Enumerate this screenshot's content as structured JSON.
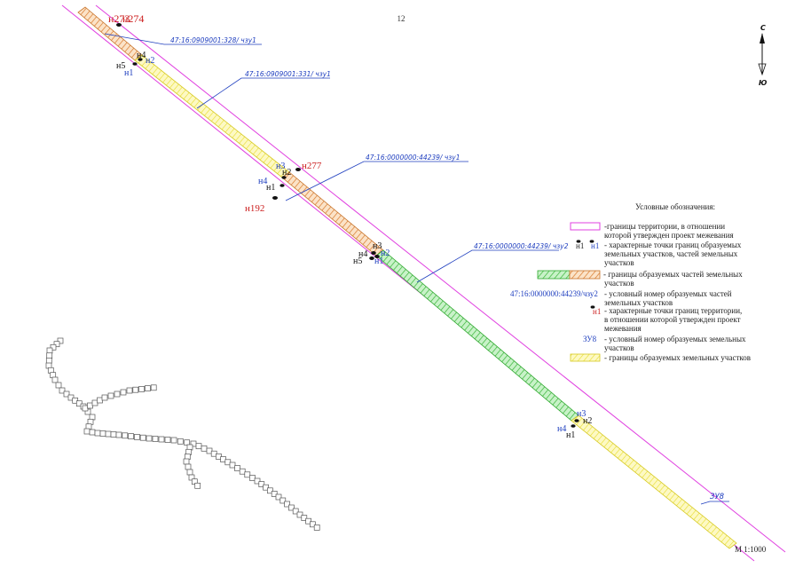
{
  "page_number": "12",
  "scale": "М 1:1000",
  "north_arrow": {
    "north": "С",
    "south": "Ю",
    "icon": "north-arrow-icon"
  },
  "colors": {
    "territory_boundary": "#e040e0",
    "part_hatch_orange": "#e0892c",
    "part_hatch_green": "#3fc43f",
    "plot_hatch_yellow": "#f2ea3a",
    "label_blue": "#1f3fbf",
    "label_red": "#cc2020"
  },
  "parcel_labels": {
    "p328": "47:16:0909001:328/ чзу1",
    "p331": "47:16:0909001:331/ чзу1",
    "p44239_1": "47:16:0000000:44239/ чзу1",
    "p44239_2": "47:16:0000000:44239/ чзу2",
    "zu8": "ЗУ8"
  },
  "territory_points": {
    "n273": "н273",
    "n274": "н274",
    "n277": "н277",
    "n192": "н192"
  },
  "vertex_labels": {
    "g1": {
      "n1": "н1",
      "n2": "н2",
      "n4": "н4",
      "n5": "н5"
    },
    "g2": {
      "n1": "н1",
      "n2": "н2",
      "n3": "н3",
      "n4": "н4"
    },
    "g3": {
      "n1": "н1",
      "n2": "н2",
      "n3": "н3",
      "n4": "н4",
      "n5": "н5"
    },
    "g4": {
      "n1": "н1",
      "n2": "н2",
      "n3": "н3",
      "n4": "н4"
    }
  },
  "legend": {
    "title": "Условные обозначения:",
    "item1": [
      "-границы территории, в отношении",
      "которой утвержден проект межевания"
    ],
    "item2_sym1": "н1",
    "item2_sym2": "н1",
    "item2": [
      "- характерные точки границ  образуемых",
      "земельных участков, частей земельных",
      "участков"
    ],
    "item3": [
      "- границы образуемых частей земельных",
      "участков"
    ],
    "item4_code": "47:16:0000000:44239/чзу2",
    "item4": [
      "- условный номер образуемых частей",
      "земельных участков"
    ],
    "item5_sym": "н1",
    "item5": [
      "-  характерные точки границ территории,",
      "в отношении которой утвержден проект",
      "межевания"
    ],
    "item6_code": "ЗУ8",
    "item6": [
      "- условный номер образуемых земельных",
      "участков"
    ],
    "item7": "- границы образуемых земельных участков"
  }
}
